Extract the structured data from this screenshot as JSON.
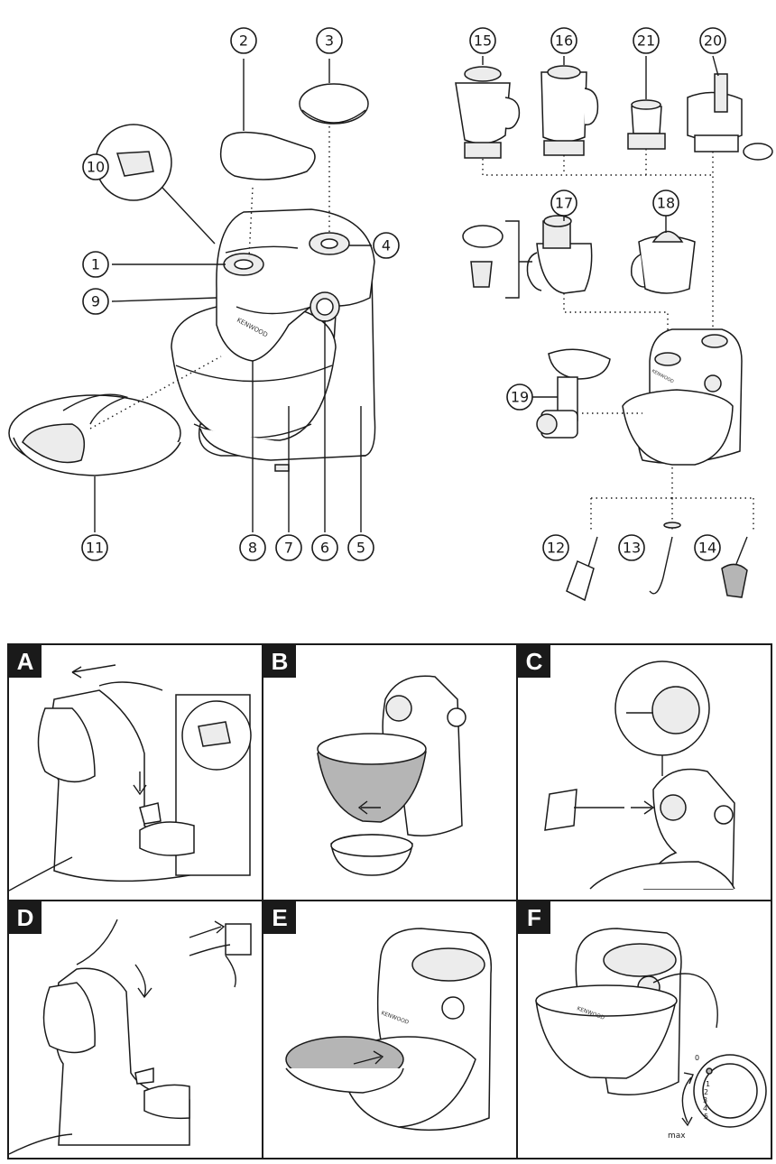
{
  "overview": {
    "callouts": [
      "1",
      "2",
      "3",
      "4",
      "5",
      "6",
      "7",
      "8",
      "9",
      "10",
      "11",
      "12",
      "13",
      "14",
      "15",
      "16",
      "17",
      "18",
      "19",
      "20",
      "21"
    ],
    "brand_mark": "KENWOOD"
  },
  "steps": [
    {
      "label": "A"
    },
    {
      "label": "B"
    },
    {
      "label": "C"
    },
    {
      "label": "D"
    },
    {
      "label": "E"
    },
    {
      "label": "F"
    }
  ],
  "speed_dial": {
    "marks": [
      "0",
      "1",
      "2",
      "3",
      "4",
      "5"
    ],
    "max_label": "max"
  },
  "mini_brand": "KENWOOD"
}
